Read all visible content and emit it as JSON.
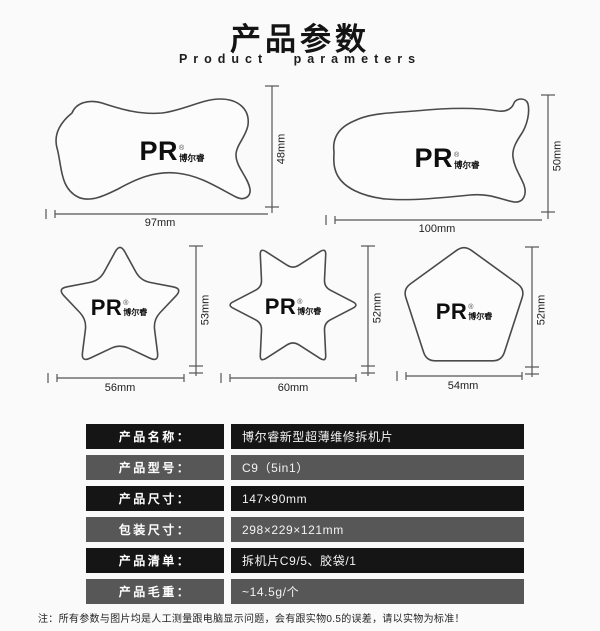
{
  "header": {
    "title": "产品参数",
    "subtitle": "Product parameters"
  },
  "brand": {
    "logo_text": "PR",
    "logo_mark": "®",
    "logo_sub": "博尔睿"
  },
  "diagrams": [
    {
      "name": "bone-pick",
      "width_label": "97mm",
      "height_label": "48mm"
    },
    {
      "name": "curved-pick",
      "width_label": "100mm",
      "height_label": "50mm"
    },
    {
      "name": "star-5-point",
      "width_label": "56mm",
      "height_label": "53mm"
    },
    {
      "name": "star-6-point",
      "width_label": "60mm",
      "height_label": "52mm"
    },
    {
      "name": "pentagon-pick",
      "width_label": "54mm",
      "height_label": "52mm"
    }
  ],
  "spec_table": {
    "rows": [
      {
        "label": "产品名称：",
        "value": "博尔睿新型超薄维修拆机片"
      },
      {
        "label": "产品型号：",
        "value": "C9（5in1）"
      },
      {
        "label": "产品尺寸：",
        "value": "147×90mm"
      },
      {
        "label": "包装尺寸：",
        "value": "298×229×121mm"
      },
      {
        "label": "产品清单：",
        "value": "拆机片C9/5、胶袋/1"
      },
      {
        "label": "产品毛重：",
        "value": "~14.5g/个"
      }
    ]
  },
  "footnote": "注：所有参数与图片均是人工测量跟电脑显示问题，会有跟实物0.5的误差，请以实物为标准！",
  "colors": {
    "row_dark": "#151515",
    "row_gray": "#575757",
    "outline": "#4a4a4a",
    "dim_line": "#555555"
  }
}
